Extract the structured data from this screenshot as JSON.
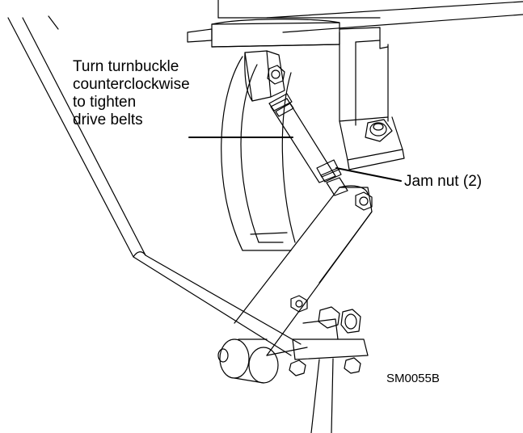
{
  "callouts": {
    "turnbuckle": [
      "Turn turnbuckle",
      "counterclockwise",
      "to tighten",
      "drive belts"
    ],
    "jam_nut": "Jam nut (2)"
  },
  "figure_code": "SM0055B",
  "colors": {
    "line": "#000000",
    "background": "#ffffff"
  }
}
